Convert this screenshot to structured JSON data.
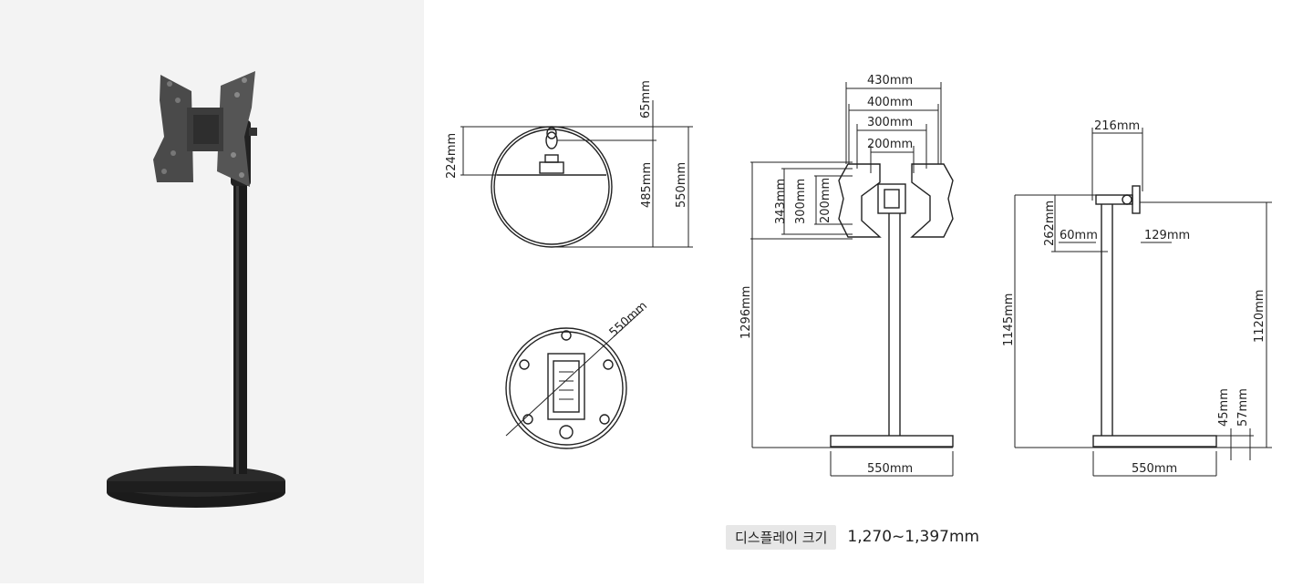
{
  "product_photo": {
    "description_icon": "monitor-stand-photo"
  },
  "top_view": {
    "dim_65": "65mm",
    "dim_224": "224mm",
    "dim_485": "485mm",
    "dim_550": "550mm"
  },
  "bottom_view": {
    "dim_550": "550mm"
  },
  "front_view": {
    "dim_430": "430mm",
    "dim_400": "400mm",
    "dim_300w": "300mm",
    "dim_200w": "200mm",
    "dim_343": "343mm",
    "dim_300h": "300mm",
    "dim_200h": "200mm",
    "dim_1296": "1296mm",
    "dim_base": "550mm"
  },
  "side_view": {
    "dim_216": "216mm",
    "dim_262": "262mm",
    "dim_60": "60mm",
    "dim_129": "129mm",
    "dim_1145": "1145mm",
    "dim_1120": "1120mm",
    "dim_45": "45mm",
    "dim_57": "57mm",
    "dim_base": "550mm"
  },
  "spec": {
    "label": "디스플레이 크기",
    "value": "1,270~1,397mm"
  }
}
